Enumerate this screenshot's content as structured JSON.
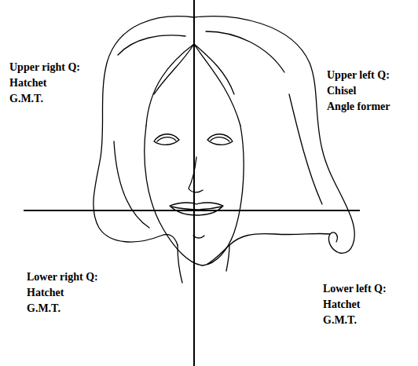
{
  "diagram": {
    "labels": [
      "Upper right Q:",
      "Hatchet",
      "G.M.T.",
      "Upper left Q:",
      "Chisel",
      "Angle former",
      "Lower right Q:",
      "Hatchet",
      "G.M.T.",
      "Lower left Q:",
      "Hatchet",
      "G.M.T."
    ]
  }
}
